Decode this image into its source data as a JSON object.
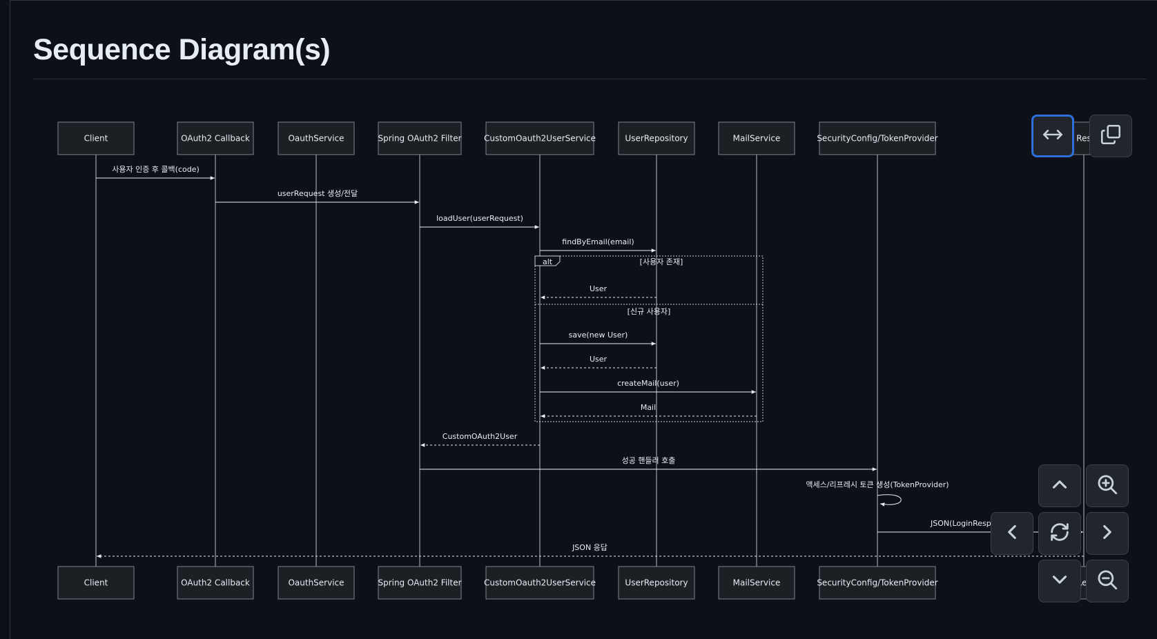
{
  "page": {
    "title": "Sequence Diagram(s)"
  },
  "diagram": {
    "participants": [
      "Client",
      "OAuth2 Callback",
      "OauthService",
      "Spring OAuth2 Filter",
      "CustomOauth2UserService",
      "UserRepository",
      "MailService",
      "SecurityConfig/TokenProvider",
      "Res"
    ],
    "messages": [
      {
        "from": 0,
        "to": 1,
        "label": "사용자 인증 후 콜백(code)",
        "dashed": false
      },
      {
        "from": 1,
        "to": 3,
        "label": "userRequest 생성/전달",
        "dashed": false
      },
      {
        "from": 3,
        "to": 4,
        "label": "loadUser(userRequest)",
        "dashed": false
      },
      {
        "from": 4,
        "to": 5,
        "label": "findByEmail(email)",
        "dashed": false
      },
      {
        "from": 5,
        "to": 4,
        "label": "User",
        "dashed": true
      },
      {
        "from": 4,
        "to": 5,
        "label": "save(new User)",
        "dashed": false
      },
      {
        "from": 5,
        "to": 4,
        "label": "User",
        "dashed": true
      },
      {
        "from": 4,
        "to": 6,
        "label": "createMail(user)",
        "dashed": false
      },
      {
        "from": 6,
        "to": 4,
        "label": "Mail",
        "dashed": true
      },
      {
        "from": 4,
        "to": 3,
        "label": "CustomOAuth2User",
        "dashed": true
      },
      {
        "from": 3,
        "to": 7,
        "label": "성공 핸들러 호출",
        "dashed": false
      },
      {
        "from": 7,
        "to": 7,
        "label": "액세스/리프레시 토큰 생성(TokenProvider)",
        "dashed": false,
        "self": true
      },
      {
        "from": 7,
        "to": 8,
        "label": "JSON(LoginResponse: toke",
        "dashed": false
      },
      {
        "from": 8,
        "to": 0,
        "label": "JSON 응답",
        "dashed": true
      }
    ],
    "alt_fragment": {
      "keyword": "alt",
      "conditions": [
        "[사용자 존재]",
        "[신규 사용자]"
      ]
    }
  },
  "controls": {
    "fit_width": "arrows-horizontal-icon",
    "copy": "copy-icon",
    "pan_up": "chevron-up-icon",
    "pan_down": "chevron-down-icon",
    "pan_left": "chevron-left-icon",
    "pan_right": "chevron-right-icon",
    "reset": "refresh-icon",
    "zoom_in": "zoom-in-icon",
    "zoom_out": "zoom-out-icon"
  }
}
